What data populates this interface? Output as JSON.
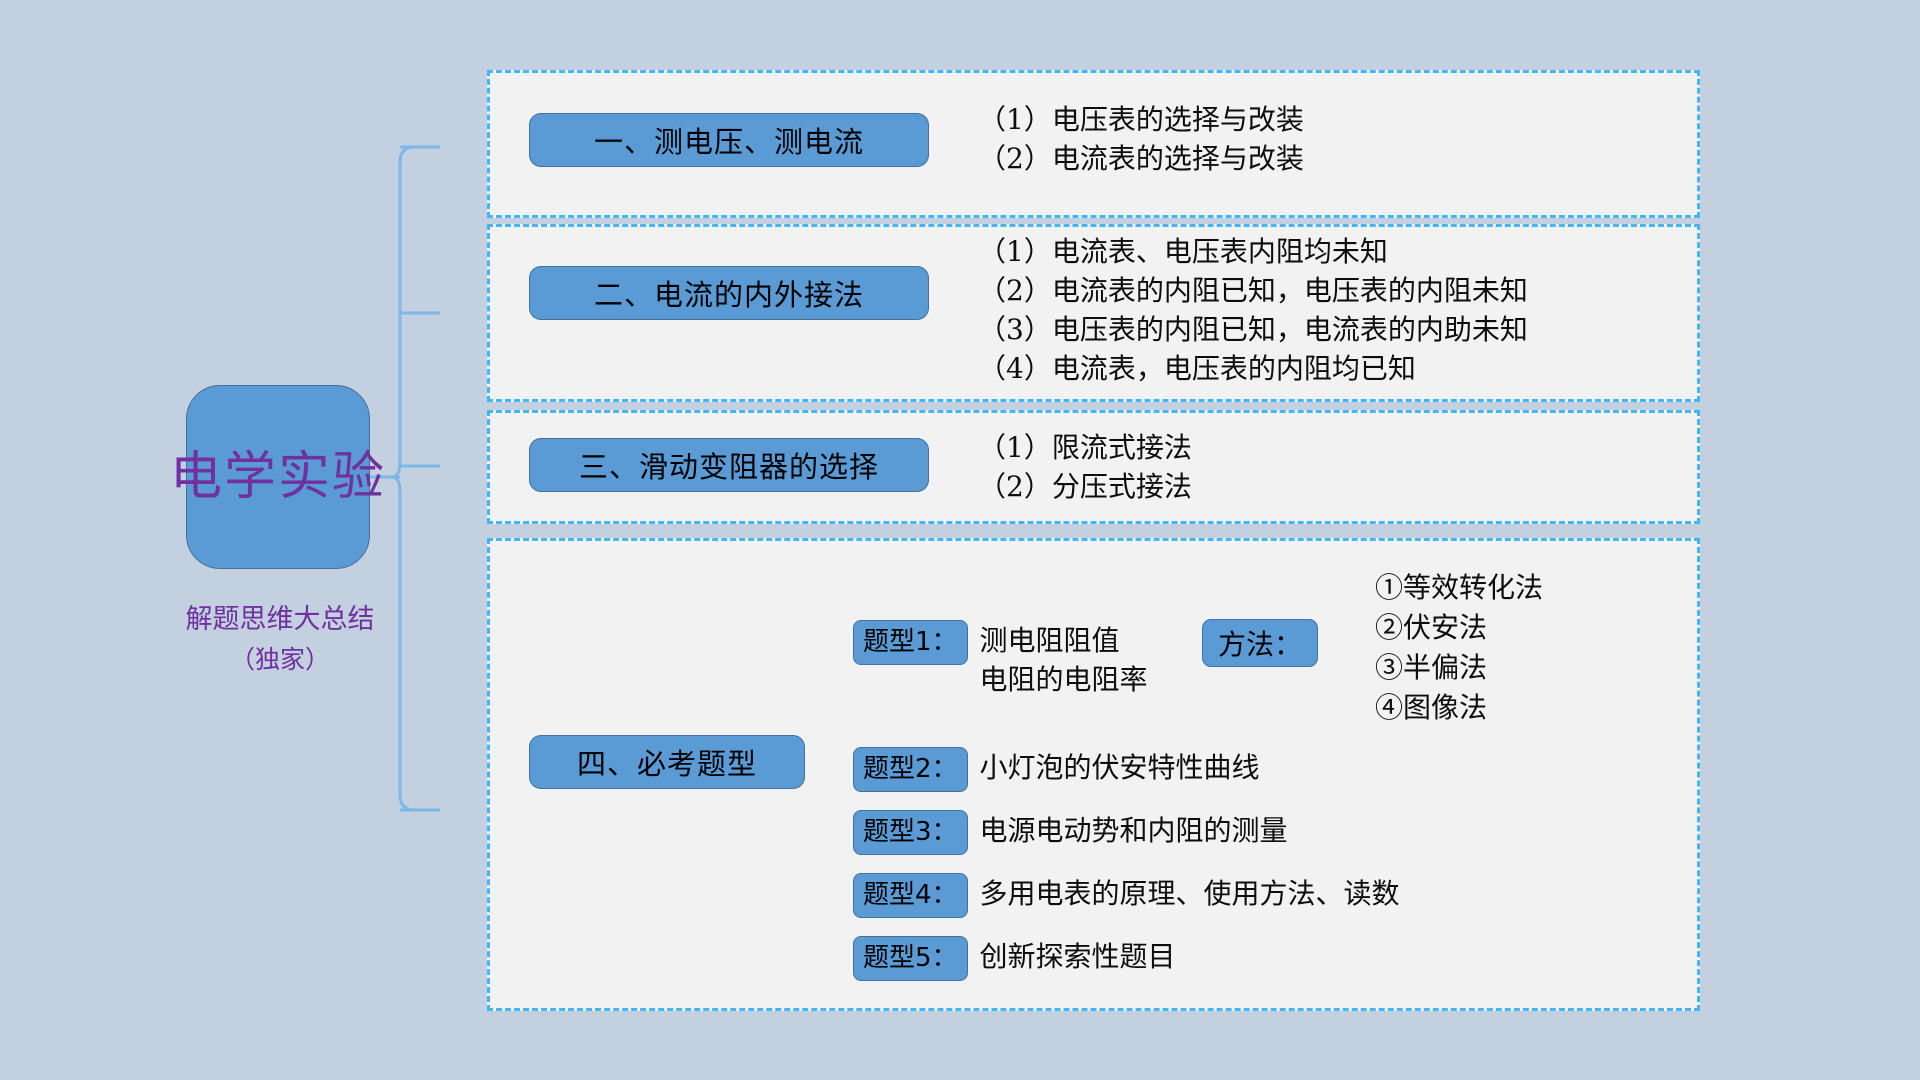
{
  "center": {
    "title_line1": "电学实验",
    "subtitle": "解题思维大总结",
    "subtitle_paren": "（独家）",
    "box_color": "#5b9bd5",
    "text_color": "#7030a0"
  },
  "sections": [
    {
      "heading": "一、测电压、测电流",
      "items": [
        "（1）电压表的选择与改装",
        "（2）电流表的选择与改装"
      ]
    },
    {
      "heading": "二、电流的内外接法",
      "items": [
        "（1）电流表、电压表内阻均未知",
        "（2）电流表的内阻已知，电压表的内阻未知",
        "（3）电压表的内阻已知，电流表的内助未知",
        "（4）电流表，电压表的内阻均已知"
      ]
    },
    {
      "heading": "三、滑动变阻器的选择",
      "items": [
        "（1）限流式接法",
        "（2）分压式接法"
      ]
    },
    {
      "heading": "四、必考题型",
      "question_types": [
        {
          "tag": "题型1：",
          "text": "测电阻阻值\n电阻的电阻率"
        },
        {
          "tag": "题型2：",
          "text": "小灯泡的伏安特性曲线"
        },
        {
          "tag": "题型3：",
          "text": "电源电动势和内阻的测量"
        },
        {
          "tag": "题型4：",
          "text": "多用电表的原理、使用方法、读数"
        },
        {
          "tag": "题型5：",
          "text": "创新探索性题目"
        }
      ],
      "method_node": "方法：",
      "methods": [
        "①等效转化法",
        "②伏安法",
        "③半偏法",
        "④图像法"
      ]
    }
  ],
  "colors": {
    "background": "#c3d0e0",
    "panel_fill": "#f2f2f2",
    "dashed_border": "#45b6f5",
    "node_fill": "#5b9bd5",
    "node_stroke": "#41719c",
    "connector": "#7eb8e8",
    "accent_purple": "#7030a0"
  }
}
